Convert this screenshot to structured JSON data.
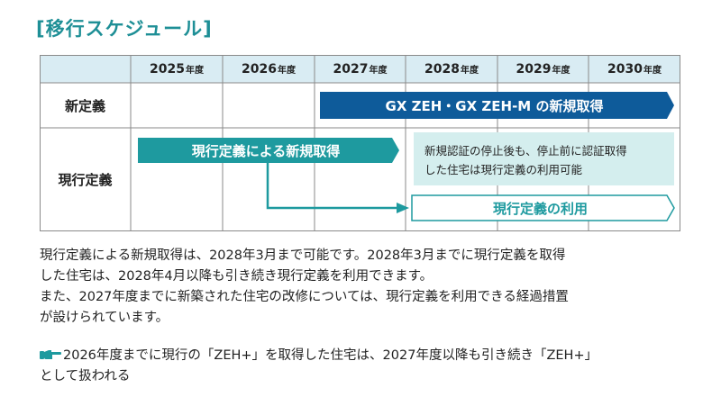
{
  "title": "[移行スケジュール]",
  "table": {
    "years": [
      {
        "num": "2025",
        "unit": "年度"
      },
      {
        "num": "2026",
        "unit": "年度"
      },
      {
        "num": "2027",
        "unit": "年度"
      },
      {
        "num": "2028",
        "unit": "年度"
      },
      {
        "num": "2029",
        "unit": "年度"
      },
      {
        "num": "2030",
        "unit": "年度"
      }
    ],
    "rows": [
      "新定義",
      "現行定義"
    ],
    "bars": {
      "new_definition": "GX ZEH・GX ZEH-M の新規取得",
      "current_new": "現行定義による新規取得",
      "current_use": "現行定義の利用"
    },
    "note": [
      "新規認証の停止後も、停止前に認証取得",
      "した住宅は現行定義の利用可能"
    ]
  },
  "paragraphs": [
    "現行定義による新規取得は、2028年3月まで可能です。2028年3月までに現行定義を取得",
    "した住宅は、2028年4月以降も引き続き現行定義を利用できます。",
    "また、2027年度までに新築された住宅の改修については、現行定義を利用できる経過措置",
    "が設けられています。"
  ],
  "footnote": [
    "2026年度までに現行の「ZEH+」を取得した住宅は、2027年度以降も引き続き「ZEH+」",
    "として扱われる"
  ],
  "colors": {
    "teal": "#1e9a9f",
    "navy": "#0e5b9a",
    "header_bg": "#d9ecf3",
    "note_bg": "#d4eeee",
    "border": "#8a8a8a"
  },
  "icons": {
    "footnote_marker": "pointing-hand-icon"
  }
}
